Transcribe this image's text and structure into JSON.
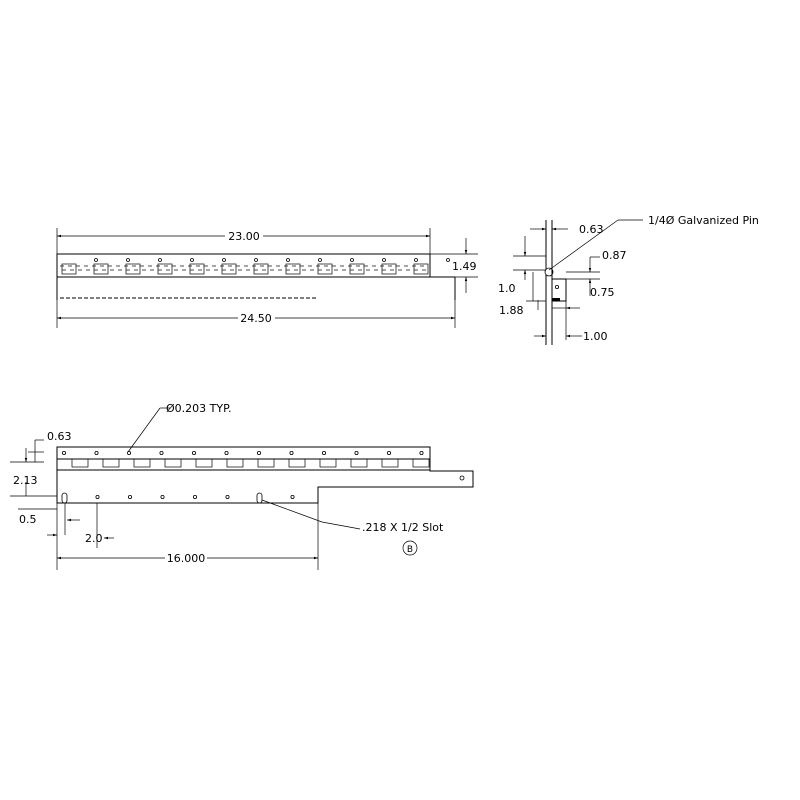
{
  "top_view": {
    "dim_overall": "23.00",
    "dim_height": "1.49",
    "dim_length": "24.50"
  },
  "side_view": {
    "pin_note": "1/4Ø Galvanized Pin",
    "dim_a": "0.63",
    "dim_b": "0.87",
    "dim_c": "1.0",
    "dim_d": "0.75",
    "dim_e": "1.88",
    "dim_f": "1.00"
  },
  "bottom_view": {
    "hole_note": "Ø0.203 TYP.",
    "dim_offset": "0.63",
    "dim_height": "2.13",
    "dim_edge": "0.5",
    "dim_pitch": "2.0",
    "dim_span": "16.000",
    "slot_note": ".218 X 1/2 Slot",
    "rev_mark": "B"
  },
  "colors": {
    "line": "#000000",
    "background": "#ffffff"
  }
}
